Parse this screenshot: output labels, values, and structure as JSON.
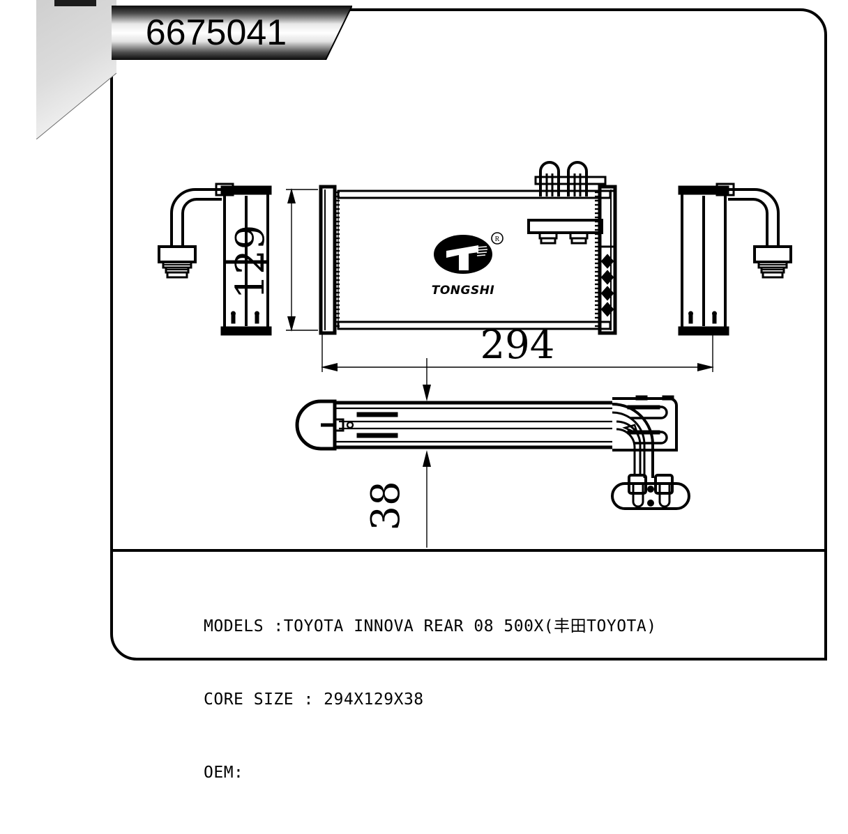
{
  "document": {
    "type": "technical-drawing",
    "part_number": "6675041"
  },
  "banner": {
    "part_number": "6675041"
  },
  "drawing": {
    "dimensions": {
      "height_label": "129",
      "width_label": "294",
      "depth_label": "38"
    },
    "views": {
      "left_side_view": "left-side-view",
      "front_view": "front-view",
      "right_side_view": "right-side-view",
      "top_view": "top-view"
    }
  },
  "logo": {
    "brand": "TONGSHI",
    "trademark": "®"
  },
  "spec": {
    "line1": "MODELS :TOYOTA INNOVA REAR 08 500X(丰田TOYOTA)",
    "line2": "CORE SIZE : 294X129X38",
    "line3": "OEM:"
  },
  "colors": {
    "ink": "#000000",
    "paper": "#ffffff",
    "fold_gray": "#d4d4d4",
    "bar_dark": "#1c1c1c"
  }
}
